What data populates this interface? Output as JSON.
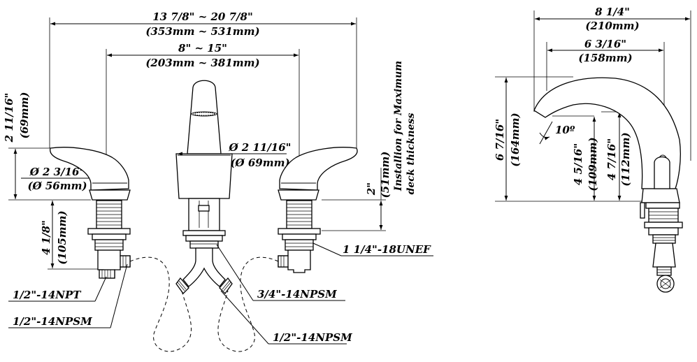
{
  "dimensions": {
    "overall_width": {
      "imperial": "13 7/8\" ~ 20 7/8\"",
      "metric": "(353mm ~ 531mm)"
    },
    "center_spread": {
      "imperial": "8\" ~ 15\"",
      "metric": "(203mm ~ 381mm)"
    },
    "handle_height": {
      "imperial": "2 11/16\"",
      "metric": "(69mm)"
    },
    "handle_base_diameter": {
      "imperial": "Ø 2 3/16\"",
      "metric": "(Ø 56mm)"
    },
    "shank_length": {
      "imperial": "4 1/8\"",
      "metric": "(105mm)"
    },
    "spout_base_diameter": {
      "imperial": "Ø 2 11/16\"",
      "metric": "(Ø 69mm)"
    },
    "max_deck_thickness": {
      "imperial": "2\"",
      "metric": "(51mm)",
      "note_line1": "Installion for Maximum",
      "note_line2": "deck thickness"
    },
    "spout_reach_total": {
      "imperial": "8 1/4\"",
      "metric": "(210mm)"
    },
    "spout_reach": {
      "imperial": "6 3/16\"",
      "metric": "(158mm)"
    },
    "spout_total_height": {
      "imperial": "6 7/16\"",
      "metric": "(164mm)"
    },
    "spout_outlet_height": {
      "imperial": "4 5/16\"",
      "metric": "(109mm)"
    },
    "spout_arc_height": {
      "imperial": "4 7/16\"",
      "metric": "(112mm)"
    },
    "spout_angle": "10º"
  },
  "callouts": {
    "thread_unef": "1 1/4\"-18UNEF",
    "npsm_34": "3/4\"-14NPSM",
    "npt_12": "1/2\"-14NPT",
    "npsm_12_left": "1/2\"-14NPSM",
    "npsm_12_bottom": "1/2\"-14NPSM"
  }
}
